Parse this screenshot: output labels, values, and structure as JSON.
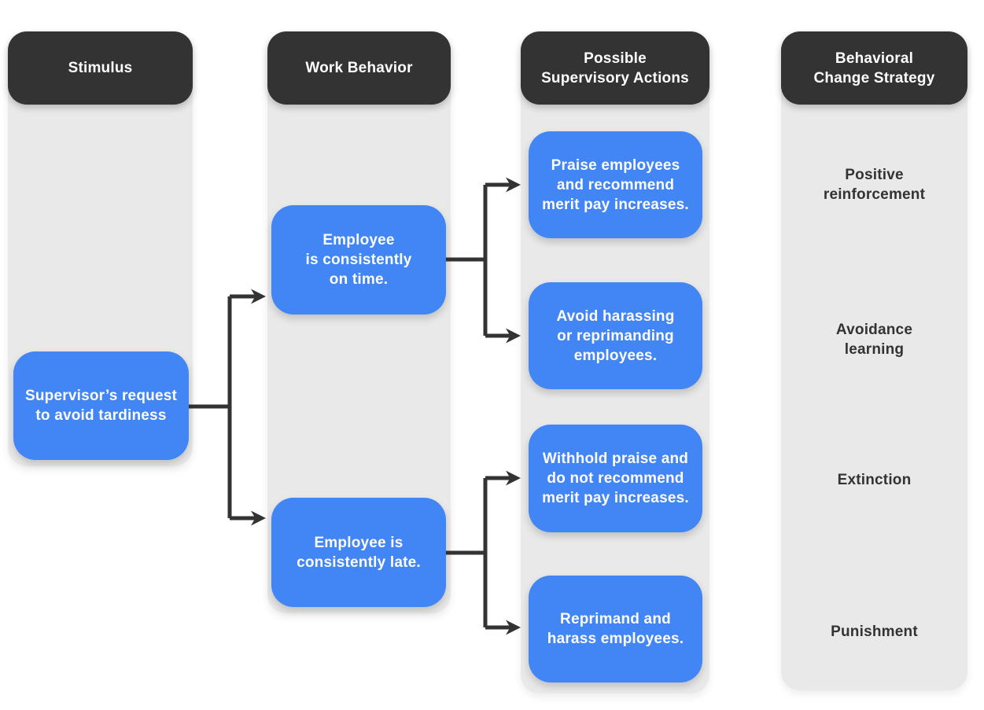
{
  "columns": [
    {
      "header": "Stimulus",
      "boxes": [
        {
          "text": "Supervisor’s request\nto avoid tardiness"
        }
      ]
    },
    {
      "header": "Work Behavior",
      "boxes": [
        {
          "text": "Employee\nis consistently\non time."
        },
        {
          "text": "Employee is\nconsistently late."
        }
      ]
    },
    {
      "header": "Possible\nSupervisory Actions",
      "boxes": [
        {
          "text": "Praise employees\nand recommend\nmerit pay increases."
        },
        {
          "text": "Avoid harassing\nor reprimanding\nemployees."
        },
        {
          "text": "Withhold praise and\ndo not recommend\nmerit pay increases."
        },
        {
          "text": "Reprimand and\nharass employees."
        }
      ]
    },
    {
      "header": "Behavioral\nChange Strategy",
      "labels": [
        {
          "text": "Positive\nreinforcement"
        },
        {
          "text": "Avoidance\nlearning"
        },
        {
          "text": "Extinction"
        },
        {
          "text": "Punishment"
        }
      ]
    }
  ],
  "colors": {
    "node_blue": "#4285f4",
    "header_dark": "#333333",
    "column_gray": "#e9e9e9",
    "connector_dark": "#333333",
    "text_light": "#fdfdfd",
    "text_dark": "#333333"
  }
}
